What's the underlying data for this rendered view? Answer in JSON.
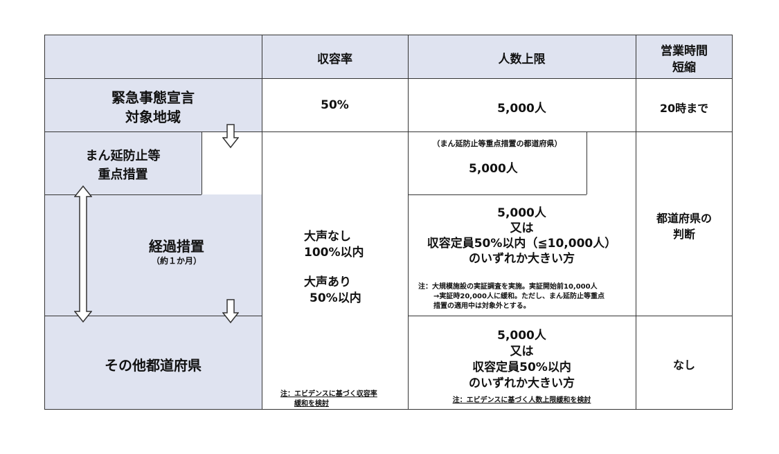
{
  "header": {
    "capacity_rate": "収容率",
    "attendance_limit": "人数上限",
    "business_hours_line1": "営業時間",
    "business_hours_line2": "短縮"
  },
  "rows": {
    "emergency": {
      "label_line1": "緊急事態宣言",
      "label_line2": "対象地域",
      "capacity": "50%",
      "limit": "5,000人",
      "hours": "20時まで"
    },
    "priority": {
      "label_line1": "まん延防止等",
      "label_line2": "重点措置",
      "limit_note": "（まん延防止等重点措置の都道府県）",
      "limit": "5,000人"
    },
    "transition": {
      "label": "経過措置",
      "sublabel": "（約１か月）",
      "limit_line1": "5,000人",
      "limit_line2": "又は",
      "limit_line3": "収容定員50%以内（≦10,000人）",
      "limit_line4": "のいずれか大きい方",
      "note_line1": "注：大規模施設の実証調査を実施。実証開始前10,000人",
      "note_line2": "→実証時20,000人に緩和。ただし、まん延防止等重点",
      "note_line3": "措置の適用中は対象外とする。"
    },
    "shared": {
      "capacity_line1": "大声なし",
      "capacity_line2": "100%以内",
      "capacity_line3": "大声あり",
      "capacity_line4": "50%以内",
      "capacity_note_line1": "注：エビデンスに基づく収容率",
      "capacity_note_line2": "緩和を検討",
      "hours_line1": "都道府県の",
      "hours_line2": "判断"
    },
    "other": {
      "label": "その他都道府県",
      "limit_line1": "5,000人",
      "limit_line2": "又は",
      "limit_line3": "収容定員50%以内",
      "limit_line4": "のいずれか大きい方",
      "limit_note": "注：エビデンスに基づく人数上限緩和を検討",
      "hours": "なし"
    }
  },
  "colors": {
    "label_fill": "#dfe3f0",
    "border": "#333333"
  }
}
